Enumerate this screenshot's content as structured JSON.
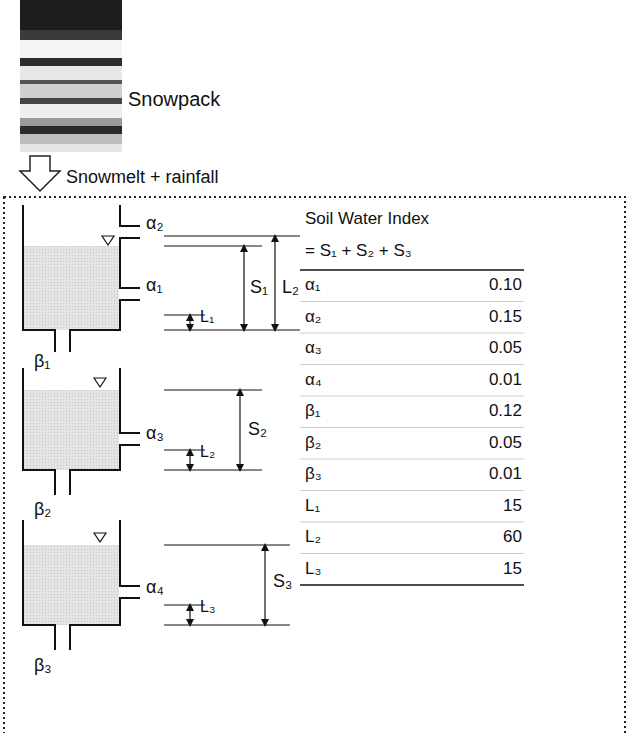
{
  "diagram": {
    "labels": [
      "Snowpack",
      "Snowmelt + rainfall",
      "α₂",
      "α₁",
      "L₁",
      "S₁",
      "L₂",
      "β₁",
      "α₃",
      "L₂",
      "S₂",
      "β₂",
      "α₄",
      "L₃",
      "S₃",
      "β₃",
      "Soil Water Index",
      "= S₁ + S₂ + S₃",
      "α₁",
      "0.10",
      "α₂",
      "0.15",
      "α₃",
      "0.05",
      "α₄",
      "0.01",
      "β₁",
      "0.12",
      "β₂",
      "0.05",
      "β₃",
      "0.01",
      "L₁",
      "15",
      "L₂",
      "60",
      "L₃",
      "15"
    ]
  }
}
